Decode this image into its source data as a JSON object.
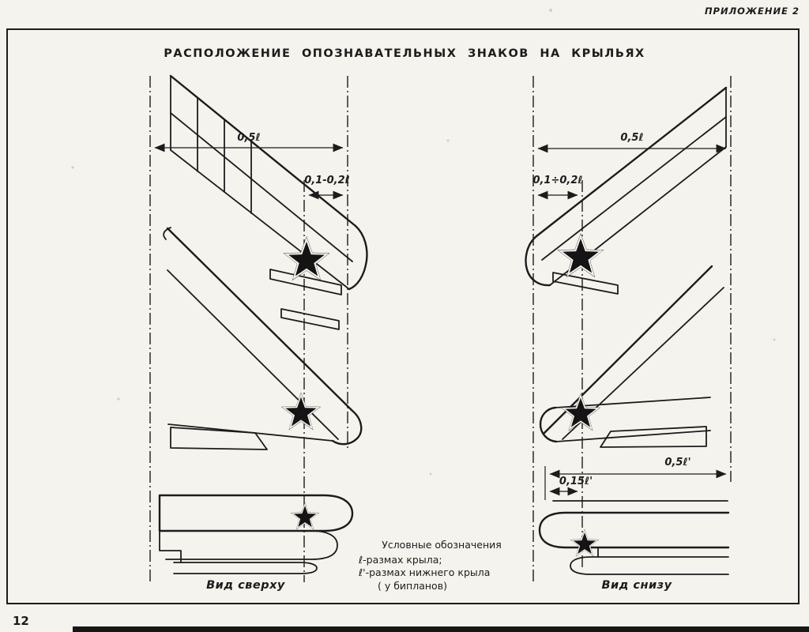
{
  "document": {
    "appendix_label": "ПРИЛОЖЕНИЕ 2",
    "title": "РАСПОЛОЖЕНИЕ ОПОЗНАВАТЕЛЬНЫХ ЗНАКОВ НА КРЫЛЬЯХ",
    "page_number": "12"
  },
  "left_view": {
    "caption": "Вид сверху",
    "dims": {
      "half_span": "0,5ℓ",
      "star_offset": "0,1-0,2ℓ"
    }
  },
  "right_view": {
    "caption": "Вид снизу",
    "dims": {
      "half_span": "0,5ℓ",
      "star_offset": "0,1÷0,2ℓ",
      "lower_half_span": "0,5ℓ'",
      "lower_star_offset": "0,15ℓ'"
    }
  },
  "legend": {
    "heading": "Условные обозначения",
    "lines": [
      "ℓ-размах крыла;",
      "ℓ'-размах нижнего крыла",
      "( у бипланов)"
    ]
  },
  "colors": {
    "ink": "#1c1c1c",
    "paper": "#f5f3ee"
  }
}
